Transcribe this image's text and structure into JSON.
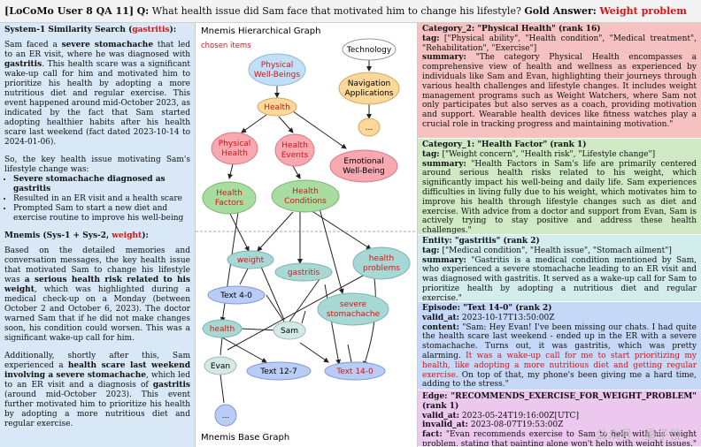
{
  "header": {
    "tag": "[LoCoMo User 8 QA 11]",
    "q_label": "Q:",
    "question": "What health issue did Sam face that motivated him to change his lifestyle?",
    "gold_label": "Gold Answer:",
    "gold_answer": "Weight problem"
  },
  "left": {
    "sys1_title": "System-1 Similarity Search (",
    "sys1_term": "gastritis",
    "sys1_close": "):",
    "p1_a": "Sam faced a ",
    "p1_b1": "severe stomachache",
    "p1_c": " that led to an ER visit, where he was diagnosed with ",
    "p1_b2": "gastritis",
    "p1_d": ". This health scare was a significant wake-up call for him and motivated him to prioritize his health by adopting a more nutritious diet and regular exercise. This event happened around mid-October 2023, as indicated by the fact that Sam started adopting healthier habits after his health scare last weekend (fact dated 2023-10-14 to 2024-01-06).",
    "p2": "So, the key health issue motivating Sam's lifestyle change was:",
    "bullets": [
      "Severe stomachache diagnosed as gastritis",
      "Resulted in an ER visit and a health scare",
      "Prompted Sam to start a new diet and exercise routine to improve his well-being"
    ],
    "mn_title": "Mnemis (Sys-1 + Sys-2, ",
    "mn_term": "weight",
    "mn_close": "):",
    "p3_a": "Based on the detailed memories and conversation messages, the key health issue that motivated Sam to change his lifestyle was ",
    "p3_b": "a serious health risk related to his weight",
    "p3_c": ", which was highlighted during a medical check-up on a Monday (between October 2 and October 6, 2023). The doctor warned Sam that if he did not make changes soon, his condition could worsen. This was a significant wake-up call for him.",
    "p4_a": "Additionally, shortly after this, Sam experienced a ",
    "p4_b": "health scare last weekend involving a severe stomachache",
    "p4_c": ", which led to an ER visit and a diagnosis of ",
    "p4_d": "gastritis",
    "p4_e": " (around mid-October 2023). This event further motivated him to prioritize his health by adopting a more nutritious diet and regular exercise."
  },
  "mid": {
    "top_title": "Mnemis Hierarchical Graph",
    "chosen": "chosen items",
    "bottom_title": "Mnemis Base Graph",
    "nodes": {
      "physical_wellbeings": [
        "Physical",
        "Well-Beings"
      ],
      "technology": "Technology",
      "navigation": [
        "Navigation",
        "Applications"
      ],
      "health": "Health",
      "dots_top": "...",
      "physical_health": [
        "Physical",
        "Health"
      ],
      "health_events": [
        "Health",
        "Events"
      ],
      "emotional": [
        "Emotional",
        "Well-Being"
      ],
      "health_factors": [
        "Health",
        "Factors"
      ],
      "health_conditions": [
        "Health",
        "Conditions"
      ],
      "weight": "weight",
      "gastritis": "gastritis",
      "health_problems": [
        "health",
        "problems"
      ],
      "text40": "Text 4-0",
      "severe": [
        "severe",
        "stomachache"
      ],
      "health_small": "health",
      "sam": "Sam",
      "evan": "Evan",
      "text127": "Text 12-7",
      "text140": "Text 14-0",
      "dots_bottom": "..."
    }
  },
  "right": {
    "box1": {
      "title": "Category_2: \"Physical Health\" (rank 16)",
      "tag_label": "tag:",
      "tag": "[\"Physical ability\", \"Health condition\", \"Medical treatment\", \"Rehabilitation\", \"Exercise\"]",
      "summary_label": "summary:",
      "summary": "\"The category Physical Health encompasses a comprehensive view of health and wellness as experienced by individuals like Sam and Evan, highlighting their journeys through various health challenges and lifestyle changes. It includes weight management programs such as Weight Watchers, where Sam not only participates but also serves as a coach, providing motivation and support. Wearable health devices like fitness watches play a crucial role in tracking progress and maintaining motivation.\""
    },
    "box2": {
      "title": "Category_1: \"Health Factor\" (rank 1)",
      "tag_label": "tag:",
      "tag": "[\"Weight concern\", \"Health risk\", \"Lifestyle change\"]",
      "summary_label": "summary:",
      "summary": "\"Health Factors in Sam's life are primarily centered around serious health risks related to his weight, which significantly impact his well-being and daily life. Sam experiences difficulties in living fully due to his weight, which motivates him to improve his health through lifestyle changes such as diet and exercise. With advice from a doctor and support from Evan, Sam is actively trying to stay positive and address these health challenges.\""
    },
    "box3": {
      "title": "Entity: \"gastritis\" (rank 2)",
      "tag_label": "tag:",
      "tag": "[\"Medical condition\", \"Health issue\", \"Stomach ailment\"]",
      "summary_label": "summary:",
      "summary": "\"Gastritis is a medical condition mentioned by Sam, who experienced a severe stomachache leading to an ER visit and was diagnosed with gastritis. It served as a wake-up call for Sam to prioritize health by adopting a nutritious diet and regular exercise.\""
    },
    "box4": {
      "title": "Episode: \"Text 14-0\" (rank 2)",
      "valid_label": "valid_at:",
      "valid_at": "2023-10-17T13:50:00Z",
      "content_label": "content:",
      "content_a": "\"Sam: Hey Evan! I've been missing our chats. I had quite the health scare last weekend - ended up in the ER with a severe stomachache. Turns out, it was gastritis, which was pretty alarming. ",
      "content_red": "It was a wake-up call for me to start prioritizing my health, like adopting a more nutritious diet and getting regular exercise.",
      "content_b": " On top of that, my phone's been giving me a hard time, adding to the stress.\""
    },
    "box5": {
      "title": "Edge: \"RECOMMENDS_EXERCISE_FOR_WEIGHT_PROBLEM\" (rank 1)",
      "valid_label": "valid_at:",
      "valid_at": "2023-05-24T19:16:00Z[UTC]",
      "invalid_label": "invalid_at:",
      "invalid_at": "2023-08-07T19:53:00Z",
      "fact_label": "fact:",
      "fact": "\"Evan recommends exercise to Sam to help with his weight problem, stating that painting alone won't help with weight issues.\""
    }
  },
  "watermark": "公众号 · 量子位",
  "colors": {
    "left_bg": "#d8e8f6",
    "box1": "#f6c1c1",
    "box2": "#cfe9c4",
    "box3": "#d3ecec",
    "box4": "#c6d8f7",
    "box5": "#ecc8ee",
    "accent_red": "#d11111"
  }
}
